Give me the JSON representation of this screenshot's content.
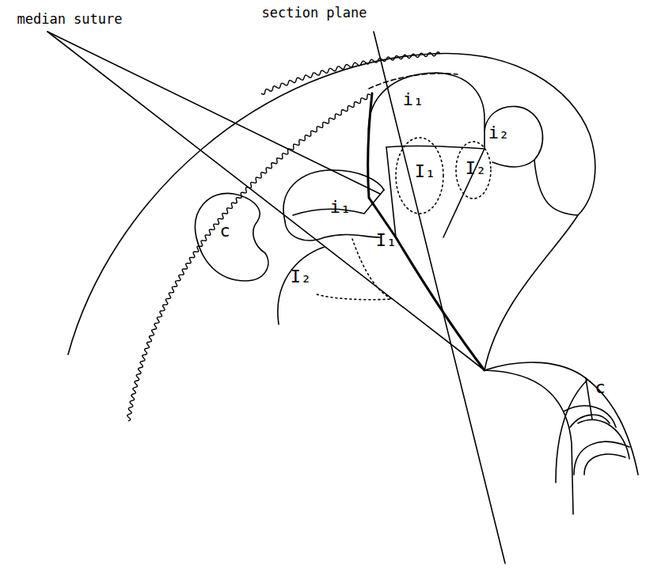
{
  "diagram": {
    "labels": [
      "section plane",
      "median suture",
      "i₁",
      "i₂",
      "I₁",
      "I₂",
      "i₁",
      "I₁",
      "c",
      "I₂",
      "c"
    ]
  }
}
